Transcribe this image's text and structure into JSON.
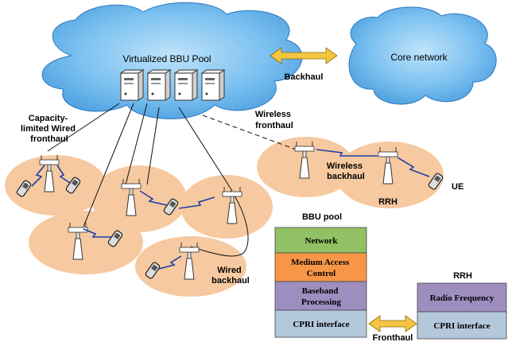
{
  "labels": {
    "bbu_pool_cloud": "Virtualized BBU Pool",
    "core_network": "Core network",
    "backhaul": "Backhaul",
    "wireless_fronthaul": [
      "Wireless",
      "fronthaul"
    ],
    "wired_fronthaul": [
      "Capacity-",
      "limited Wired",
      "fronthaul"
    ],
    "wireless_backhaul": [
      "Wireless",
      "backhaul"
    ],
    "wired_backhaul": [
      "Wired",
      "backhaul"
    ],
    "ue": "UE",
    "rrh_cell": "RRH",
    "bbu_pool_title": "BBU pool",
    "rrh_title": "RRH",
    "fronthaul": "Fronthaul"
  },
  "bbu_stack": [
    {
      "label": [
        "Network"
      ],
      "color": "#92c064"
    },
    {
      "label": [
        "Medium Access",
        "Control"
      ],
      "color": "#f79647"
    },
    {
      "label": [
        "Baseband",
        "Processing"
      ],
      "color": "#9e8ec0"
    },
    {
      "label": [
        "CPRI interface"
      ],
      "color": "#b4c8dc"
    }
  ],
  "rrh_stack": [
    {
      "label": [
        "Radio Frequency"
      ],
      "color": "#9e8ec0"
    },
    {
      "label": [
        "CPRI interface"
      ],
      "color": "#b4c8dc"
    }
  ],
  "colors": {
    "cloud": "#58a8e8",
    "cell": "#f7c9a0",
    "arrow": "#f5c542",
    "wireless_link": "#1a3fa8"
  }
}
